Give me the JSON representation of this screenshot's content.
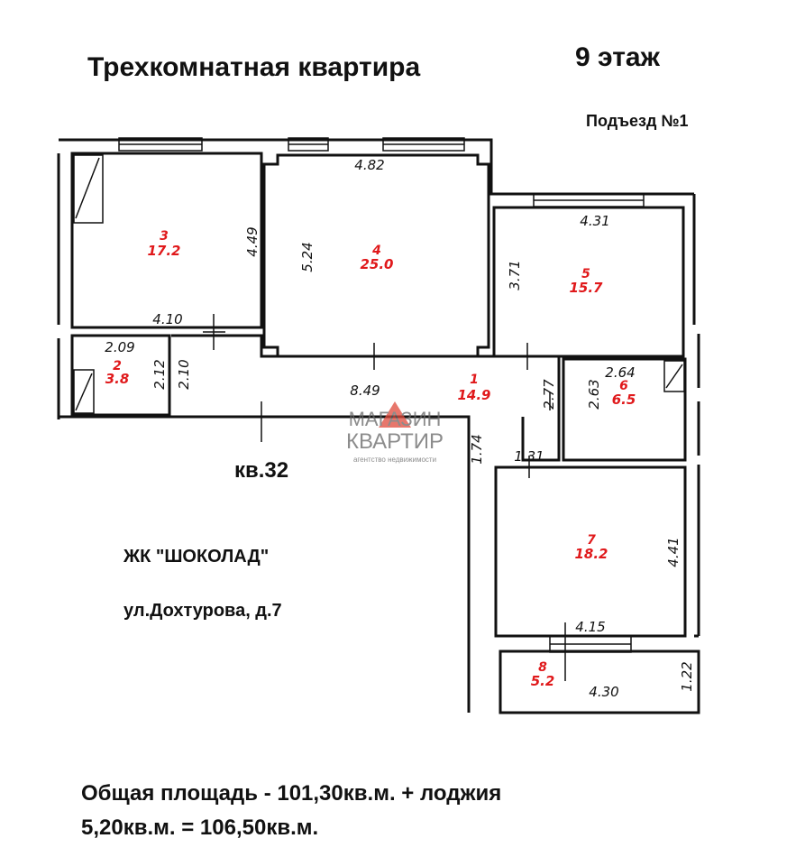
{
  "header": {
    "title": "Трехкомнатная квартира",
    "floor": "9 этаж",
    "entrance": "Подъезд №1"
  },
  "apartment_number": "кв.32",
  "complex": {
    "name": "ЖК \"ШОКОЛАД\"",
    "address": "ул.Дохтурова, д.7"
  },
  "summary": {
    "line1": "Общая площадь - 101,30кв.м. + лоджия",
    "line2": "5,20кв.м. = 106,50кв.м."
  },
  "watermark": {
    "line1": "МАГАЗИН",
    "line2": "КВАРТИР",
    "line3": "агентство недвижимости",
    "accent": "#e04a3c"
  },
  "rooms": [
    {
      "num": "1",
      "area": "14.9"
    },
    {
      "num": "2",
      "area": "3.8"
    },
    {
      "num": "3",
      "area": "17.2"
    },
    {
      "num": "4",
      "area": "25.0"
    },
    {
      "num": "5",
      "area": "15.7"
    },
    {
      "num": "6",
      "area": "6.5"
    },
    {
      "num": "7",
      "area": "18.2"
    },
    {
      "num": "8",
      "area": "5.2"
    }
  ],
  "dimensions": {
    "r3_w": "4.10",
    "r3_h": "4.49",
    "r4_w": "4.82",
    "r4_h": "5.24",
    "r5_w": "4.31",
    "r5_h": "3.71",
    "r2_w": "2.09",
    "r2_h": "2.12",
    "c_h": "2.10",
    "c_w": "8.49",
    "c2_h": "2.77",
    "c2_w": "1.31",
    "c3": "1.74",
    "r6_w": "2.64",
    "r6_h": "2.63",
    "r7_w": "4.15",
    "r7_h": "4.41",
    "r8_w": "4.30",
    "r8_h": "1.22"
  },
  "colors": {
    "room_label": "#e0191b",
    "wall": "#111111"
  }
}
